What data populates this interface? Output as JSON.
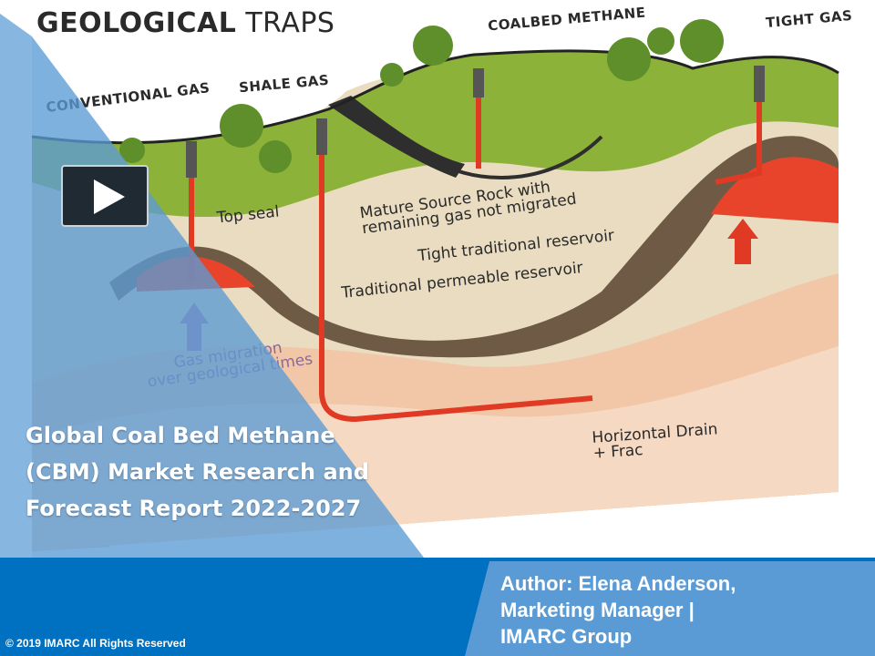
{
  "diagram": {
    "heading_bold": "GEOLOGICAL",
    "heading_light": "TRAPS",
    "labels": {
      "coalbed_methane": "COALBED METHANE",
      "tight_gas": "TIGHT GAS",
      "conventional_gas": "CONVENTIONAL GAS",
      "shale_gas": "SHALE GAS",
      "top_seal": "Top seal",
      "mature_source_1": "Mature Source Rock with",
      "mature_source_2": "remaining gas not migrated",
      "tight_reservoir": "Tight traditional reservoir",
      "permeable_reservoir": "Traditional permeable reservoir",
      "gas_migration_1": "Gas migration",
      "gas_migration_2": "over geological times",
      "horizontal_drain_1": "Horizontal Drain",
      "horizontal_drain_2": "+ Frac"
    }
  },
  "video": {
    "play_icon": "play-icon"
  },
  "slide": {
    "title_lines": [
      "Global Coal Bed Methane",
      "(CBM) Market Research and",
      "Forecast Report 2022-2027"
    ],
    "author_lines": [
      "Author: Elena Anderson,",
      "Marketing Manager |",
      "IMARC Group"
    ],
    "copyright": "© 2019  IMARC All Rights Reserved"
  },
  "colors": {
    "footer_blue": "#0070c0",
    "author_box_blue": "#5b9bd5",
    "overlay_blue": "#5b9bd5",
    "well_red": "#e03a24",
    "grass_green": "#8db23a"
  }
}
